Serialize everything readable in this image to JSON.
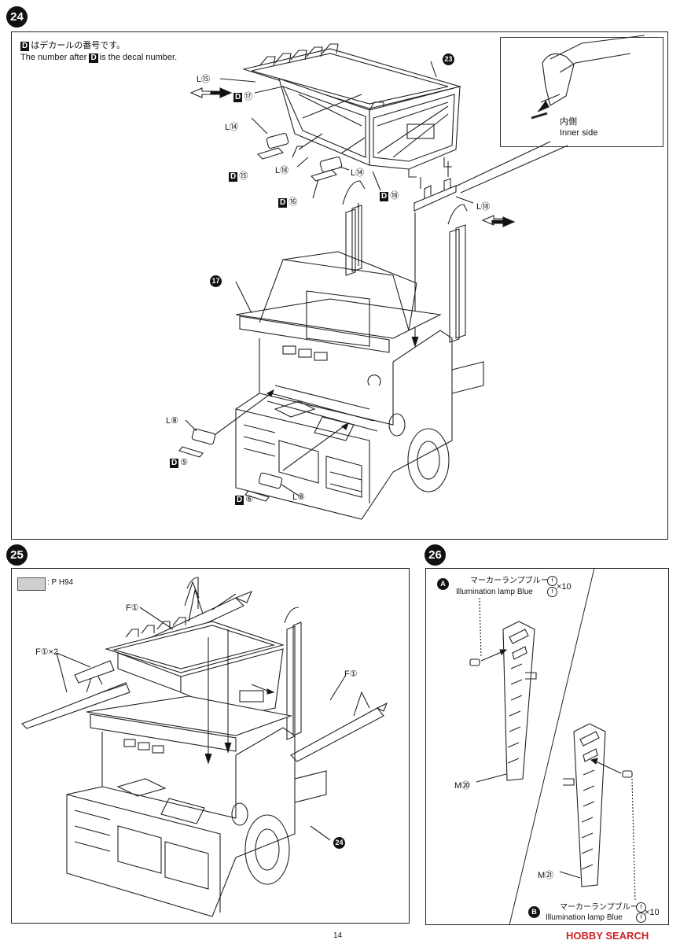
{
  "steps": {
    "s24": {
      "num": "24"
    },
    "s25": {
      "num": "25"
    },
    "s26": {
      "num": "26"
    }
  },
  "note": {
    "jp": "はデカールの番号です。",
    "en_before": "The number after",
    "en_after": "is the decal number.",
    "d_mark": "D"
  },
  "inset": {
    "jp": "内側",
    "en": "Inner side"
  },
  "labels24": {
    "l15": "L⑮",
    "d17": "⑰",
    "l14a": "L⑭",
    "d15": "⑮",
    "l18a": "L⑱",
    "l14b": "L⑭",
    "d16": "⑯",
    "d18": "⑱",
    "l18b": "L⑱",
    "part23": "23",
    "part17": "17",
    "l8a": "L⑧",
    "d5": "⑤",
    "d6": "⑥",
    "l8b": "L⑧"
  },
  "labels25": {
    "paint": ": P H94",
    "f1a": "F①",
    "f1x2": "F①×2",
    "f1b": "F①",
    "part24": "24"
  },
  "labels26": {
    "A": "A",
    "B": "B",
    "lamp_jp": "マーカーランプブルー",
    "lamp_en": "Illumination lamp Blue",
    "f_code": "f",
    "qty": "×10",
    "m20": "M⑳",
    "m21": "M㉑"
  },
  "footer": {
    "page": "14",
    "watermark": "HOBBY SEARCH"
  },
  "colors": {
    "paint_swatch": "#cfcfcf",
    "watermark": "#cc2222"
  }
}
